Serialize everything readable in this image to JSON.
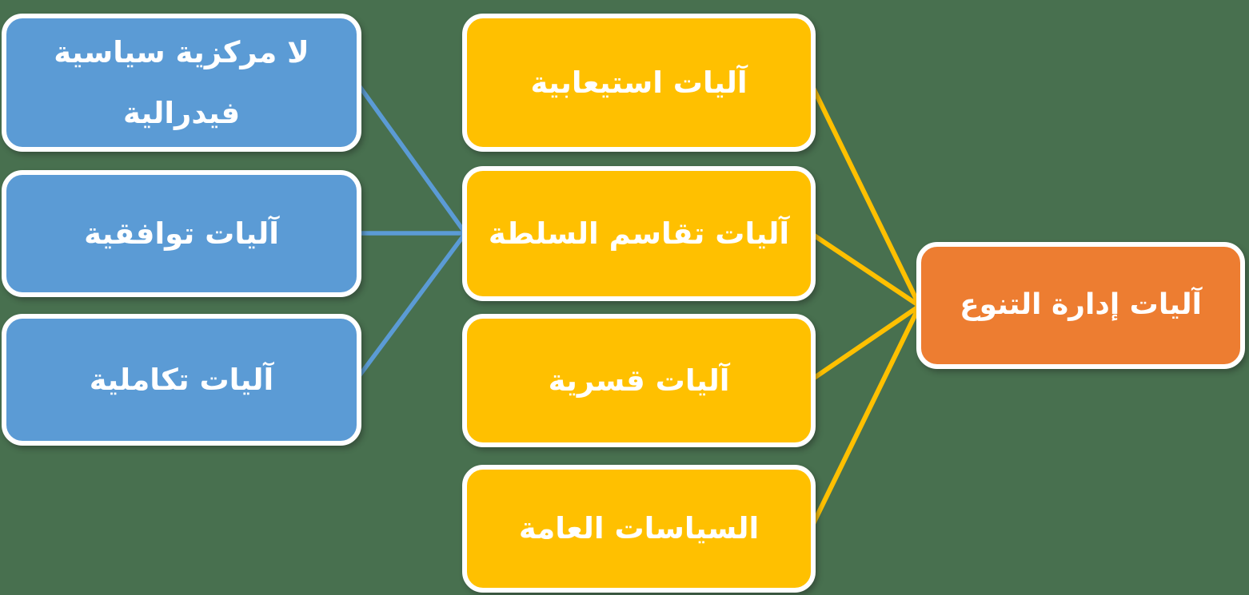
{
  "canvas": {
    "background": "#48704F"
  },
  "palette": {
    "blue": "#5B9BD5",
    "gold": "#FFC000",
    "orange": "#ED7D31",
    "box_border": "#FFFFFF",
    "text": "#FFFFFF"
  },
  "nodes": {
    "blue": [
      {
        "label": "لا مركزية سياسية فيدرالية",
        "lines": [
          "لا مركزية سياسية",
          "فيدرالية"
        ]
      },
      {
        "label": "آليات توافقية"
      },
      {
        "label": "آليات تكاملية"
      }
    ],
    "gold": [
      {
        "label": "آليات استيعابية"
      },
      {
        "label": "آليات تقاسم السلطة"
      },
      {
        "label": "آليات قسرية"
      },
      {
        "label": "السياسات العامة"
      }
    ],
    "orange": {
      "label": "آليات إدارة التنوع"
    }
  },
  "connections": [
    {
      "from": "لا مركزية سياسية فيدرالية",
      "to": "آليات تقاسم السلطة",
      "color": "#5B9BD5"
    },
    {
      "from": "آليات توافقية",
      "to": "آليات تقاسم السلطة",
      "color": "#5B9BD5"
    },
    {
      "from": "آليات تكاملية",
      "to": "آليات تقاسم السلطة",
      "color": "#5B9BD5"
    },
    {
      "from": "آليات استيعابية",
      "to": "آليات إدارة التنوع",
      "color": "#FFC000"
    },
    {
      "from": "آليات تقاسم السلطة",
      "to": "آليات إدارة التنوع",
      "color": "#FFC000"
    },
    {
      "from": "آليات قسرية",
      "to": "آليات إدارة التنوع",
      "color": "#FFC000"
    },
    {
      "from": "السياسات العامة",
      "to": "آليات إدارة التنوع",
      "color": "#FFC000"
    }
  ]
}
